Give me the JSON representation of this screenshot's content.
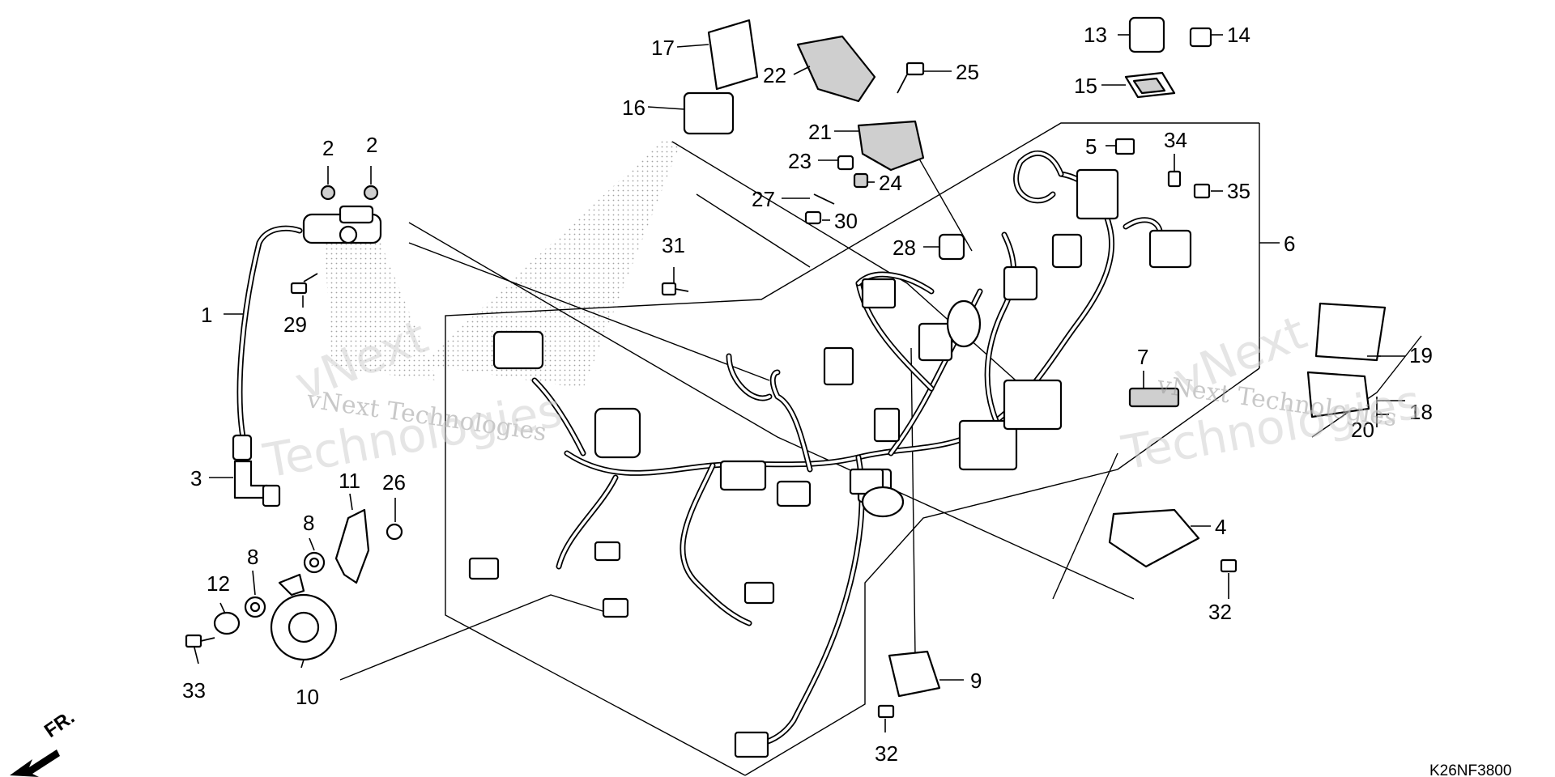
{
  "diagram_code": "K26NF3800",
  "direction_label": "FR.",
  "watermark": {
    "line1": "vNext Technologies",
    "line2": "vNext",
    "line3": "Technologies"
  },
  "callouts": {
    "c1": "1",
    "c2a": "2",
    "c2b": "2",
    "c3": "3",
    "c4": "4",
    "c5": "5",
    "c6": "6",
    "c7": "7",
    "c8a": "8",
    "c8b": "8",
    "c9": "9",
    "c10": "10",
    "c11": "11",
    "c12": "12",
    "c13": "13",
    "c14": "14",
    "c15": "15",
    "c16": "16",
    "c17": "17",
    "c18": "18",
    "c19": "19",
    "c20": "20",
    "c21": "21",
    "c22": "22",
    "c23": "23",
    "c24": "24",
    "c25": "25",
    "c26": "26",
    "c27": "27",
    "c28": "28",
    "c29": "29",
    "c30": "30",
    "c31": "31",
    "c32a": "32",
    "c32b": "32",
    "c33": "33",
    "c34": "34",
    "c35": "35"
  }
}
